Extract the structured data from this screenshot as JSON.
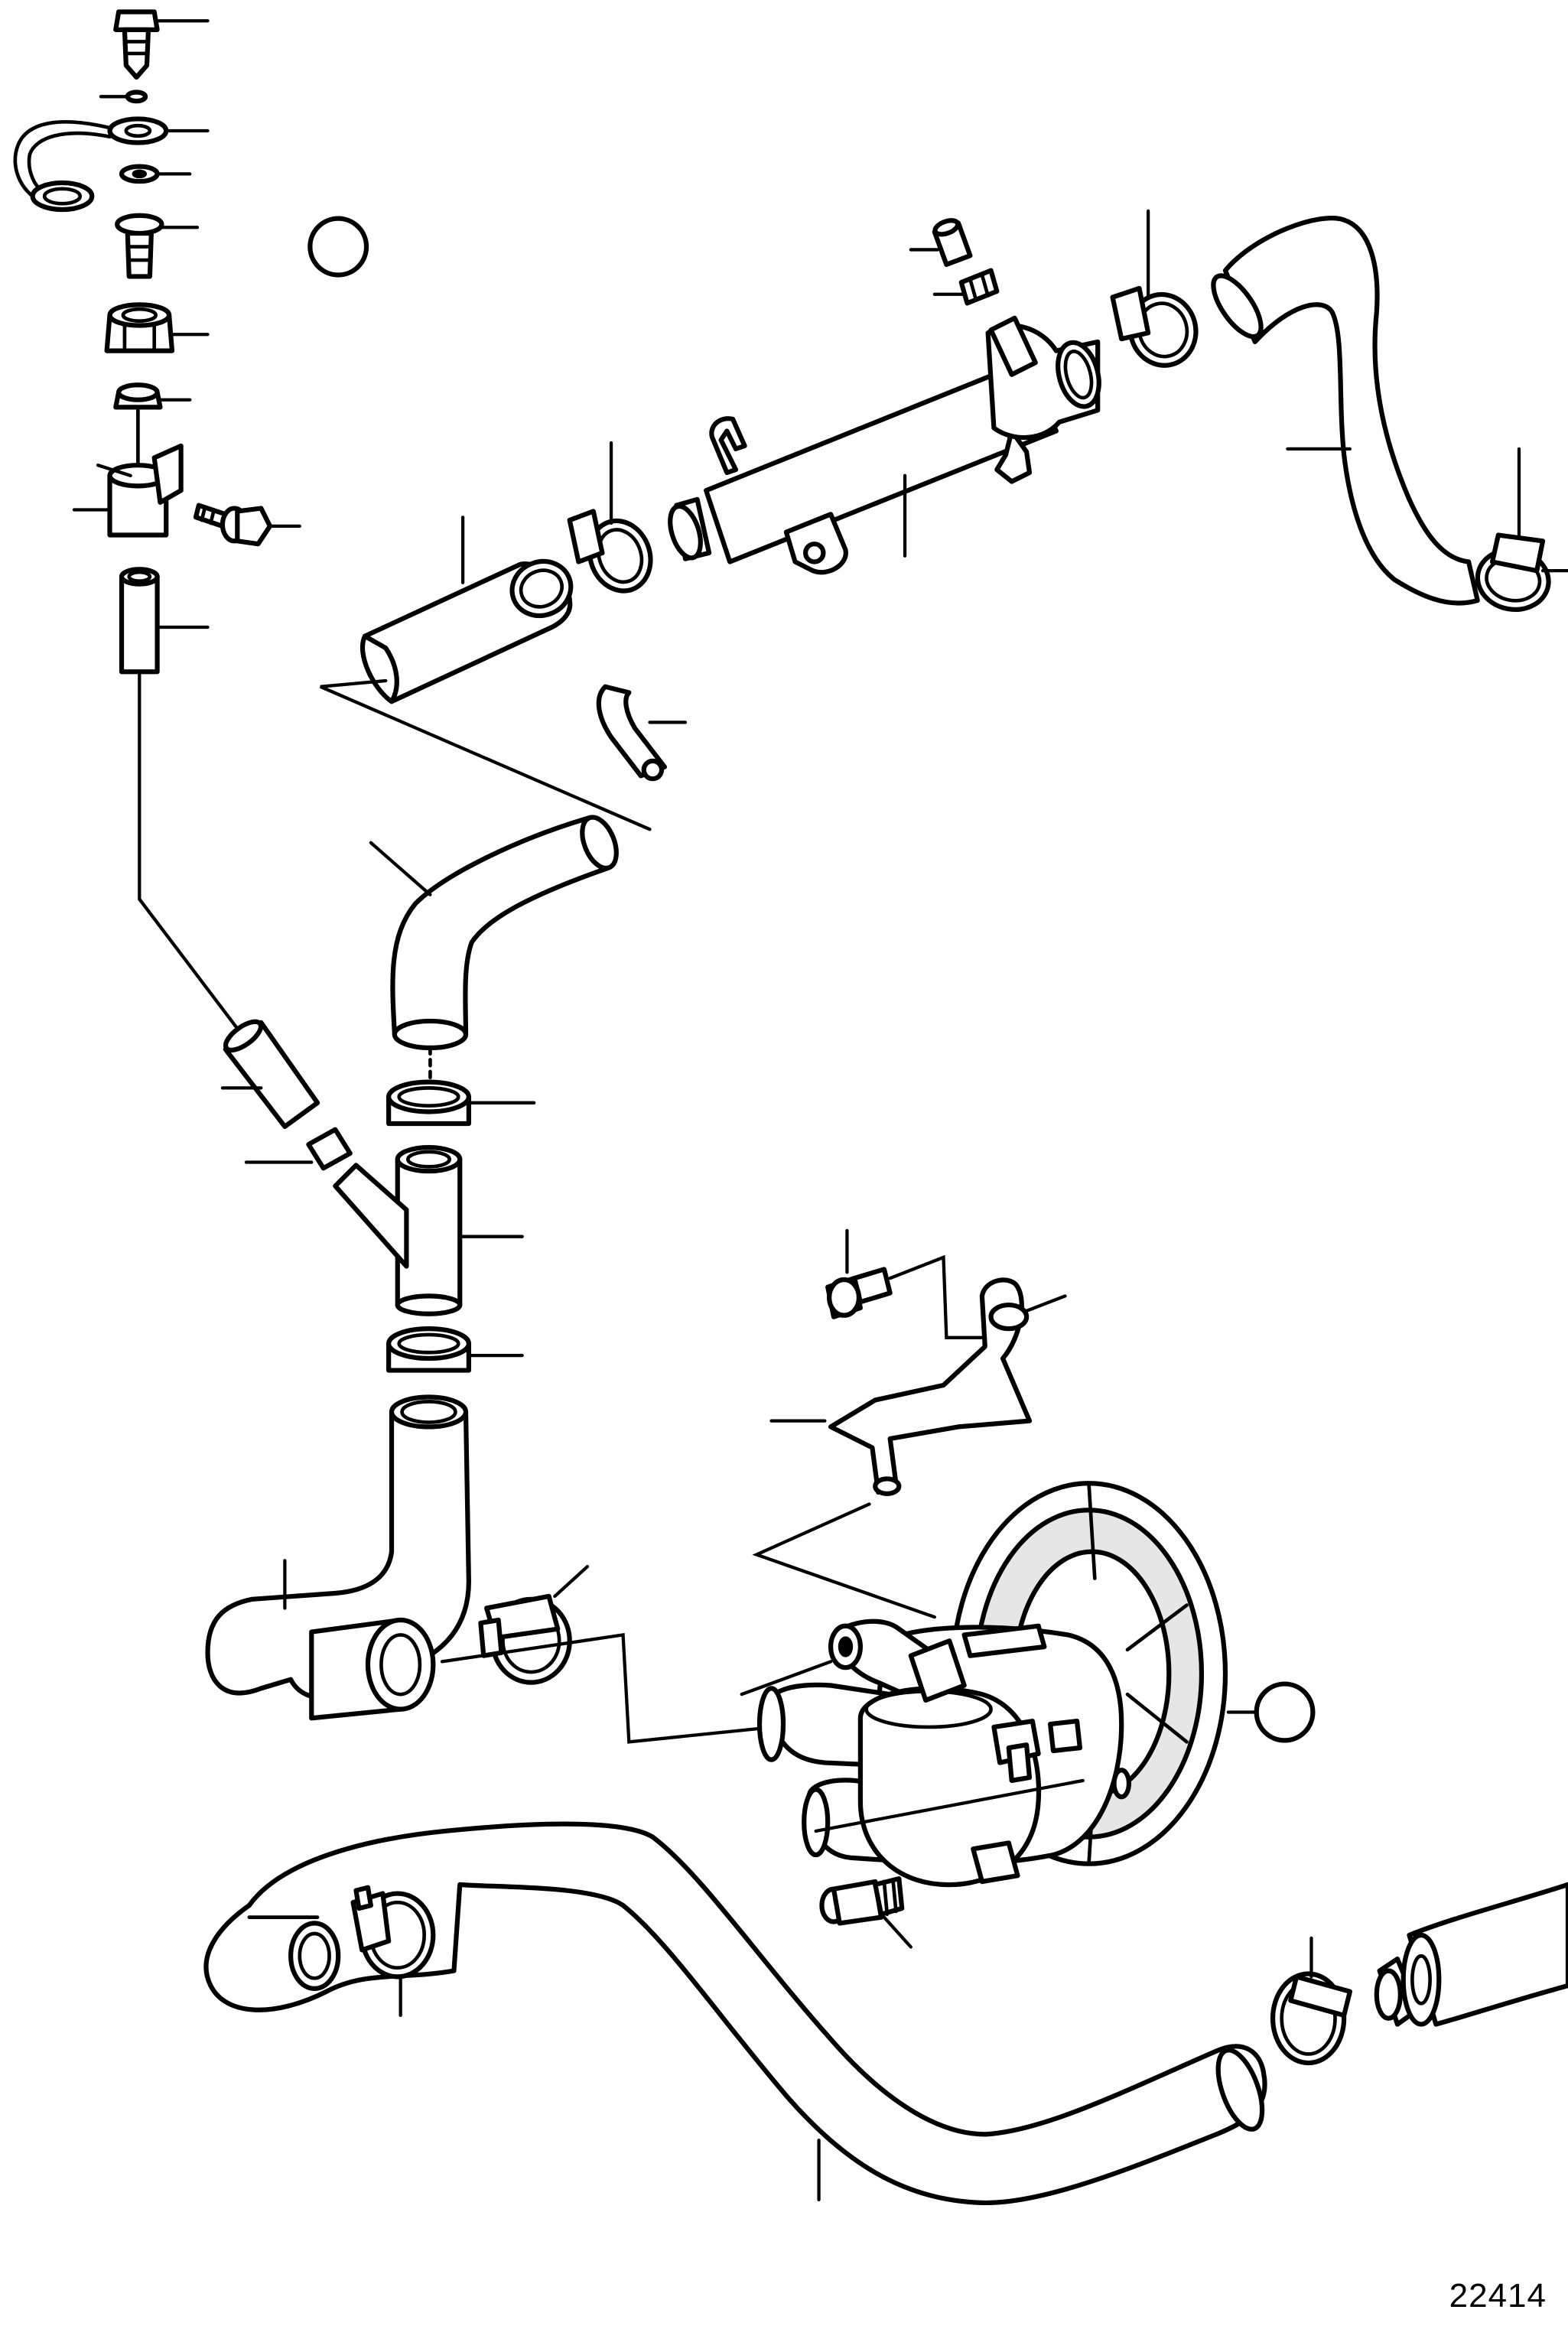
{
  "figure": {
    "number": "22414"
  },
  "colors": {
    "line": "#000000",
    "background": "#ffffff"
  },
  "parts": [
    {
      "name": "filler-plug"
    },
    {
      "name": "o-ring"
    },
    {
      "name": "retaining-strap-with-ring"
    },
    {
      "name": "seal-washer"
    },
    {
      "name": "hose-nipple"
    },
    {
      "name": "nut"
    },
    {
      "name": "small-hose-clamp"
    },
    {
      "name": "bracket"
    },
    {
      "name": "flange-screw"
    },
    {
      "name": "short-hose"
    },
    {
      "name": "straight-hose"
    },
    {
      "name": "hose-clamp"
    },
    {
      "name": "pipe-with-brackets"
    },
    {
      "name": "vent-nipple-with-plug"
    },
    {
      "name": "curved-hose"
    },
    {
      "name": "p-clip"
    },
    {
      "name": "bent-hose"
    },
    {
      "name": "y-branch-pipe"
    },
    {
      "name": "sea-water-pump"
    },
    {
      "name": "pump-pulley"
    },
    {
      "name": "bleeder-pipe"
    },
    {
      "name": "washer"
    },
    {
      "name": "socket-screw"
    },
    {
      "name": "inlet-hose"
    },
    {
      "name": "exhaust-connection"
    }
  ]
}
